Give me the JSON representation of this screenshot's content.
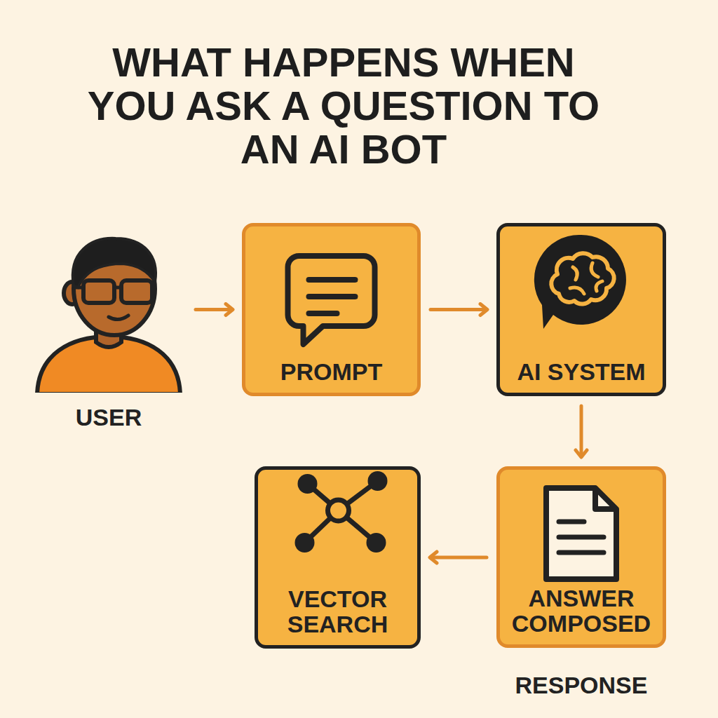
{
  "diagram": {
    "title": "WHAT HAPPENS WHEN YOU ASK A QUESTION TO AN AI BOT",
    "nodes": [
      {
        "text": [
          "USER"
        ]
      },
      {
        "text": [
          "PROMPT"
        ]
      },
      {
        "text": [
          "AI SYSTEM"
        ]
      },
      {
        "text": [
          "VECTOR SEARCH"
        ]
      },
      {
        "text": [
          "ANSWER COMPOSED",
          "RESPONSE"
        ]
      }
    ],
    "edges": [
      {
        "from": 0,
        "to": 1,
        "arrow": "to"
      },
      {
        "from": 1,
        "to": 2,
        "arrow": "to"
      },
      {
        "from": 2,
        "to": 4,
        "arrow": "to"
      },
      {
        "from": 4,
        "to": 3,
        "arrow": "to"
      }
    ]
  }
}
